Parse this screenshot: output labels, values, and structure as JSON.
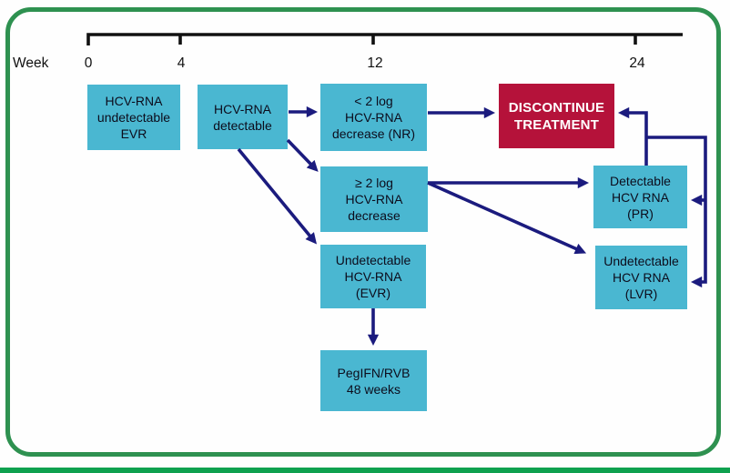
{
  "diagram": {
    "title_semantic": "HCV-RNA response-guided treatment algorithm flowchart",
    "timeline": {
      "axis_label": "Week",
      "ticks": [
        "0",
        "4",
        "12",
        "24"
      ]
    },
    "nodes": {
      "evr_week0": {
        "label": "HCV-RNA\nundetectable\nEVR",
        "type": "teal"
      },
      "detectable_week4": {
        "label": "HCV-RNA\ndetectable",
        "type": "teal"
      },
      "nr": {
        "label": "< 2 log\nHCV-RNA\ndecrease (NR)",
        "type": "teal"
      },
      "ge2log": {
        "label": "≥ 2 log\nHCV-RNA\ndecrease",
        "type": "teal"
      },
      "evr_week12": {
        "label": "Undetectable\nHCV-RNA\n(EVR)",
        "type": "teal"
      },
      "pegifn": {
        "label": "PegIFN/RVB\n48 weeks",
        "type": "teal"
      },
      "discontinue": {
        "label": "DISCONTINUE\nTREATMENT",
        "type": "red"
      },
      "pr": {
        "label": "Detectable\nHCV RNA\n(PR)",
        "type": "teal"
      },
      "lvr": {
        "label": "Undetectable\nHCV RNA\n(LVR)",
        "type": "teal"
      }
    },
    "edges": [
      {
        "from": "detectable_week4",
        "to": "nr"
      },
      {
        "from": "detectable_week4",
        "to": "ge2log"
      },
      {
        "from": "detectable_week4",
        "to": "evr_week12"
      },
      {
        "from": "nr",
        "to": "discontinue"
      },
      {
        "from": "ge2log",
        "to": "pr"
      },
      {
        "from": "ge2log",
        "to": "lvr"
      },
      {
        "from": "evr_week12",
        "to": "pegifn"
      },
      {
        "from": "pr",
        "to": "discontinue",
        "route": "up-then-left"
      },
      {
        "from": "pr_top_junction",
        "to": "pr",
        "route": "right-side-loop"
      },
      {
        "from": "pr_top_junction",
        "to": "lvr",
        "route": "right-side-loop"
      }
    ],
    "colors": {
      "teal": "#4ab7d1",
      "red": "#b5123a",
      "navy": "#1b1b7e",
      "border_green": "#2e9150",
      "strip_green": "#0fa14f",
      "axis_black": "#111111"
    }
  }
}
